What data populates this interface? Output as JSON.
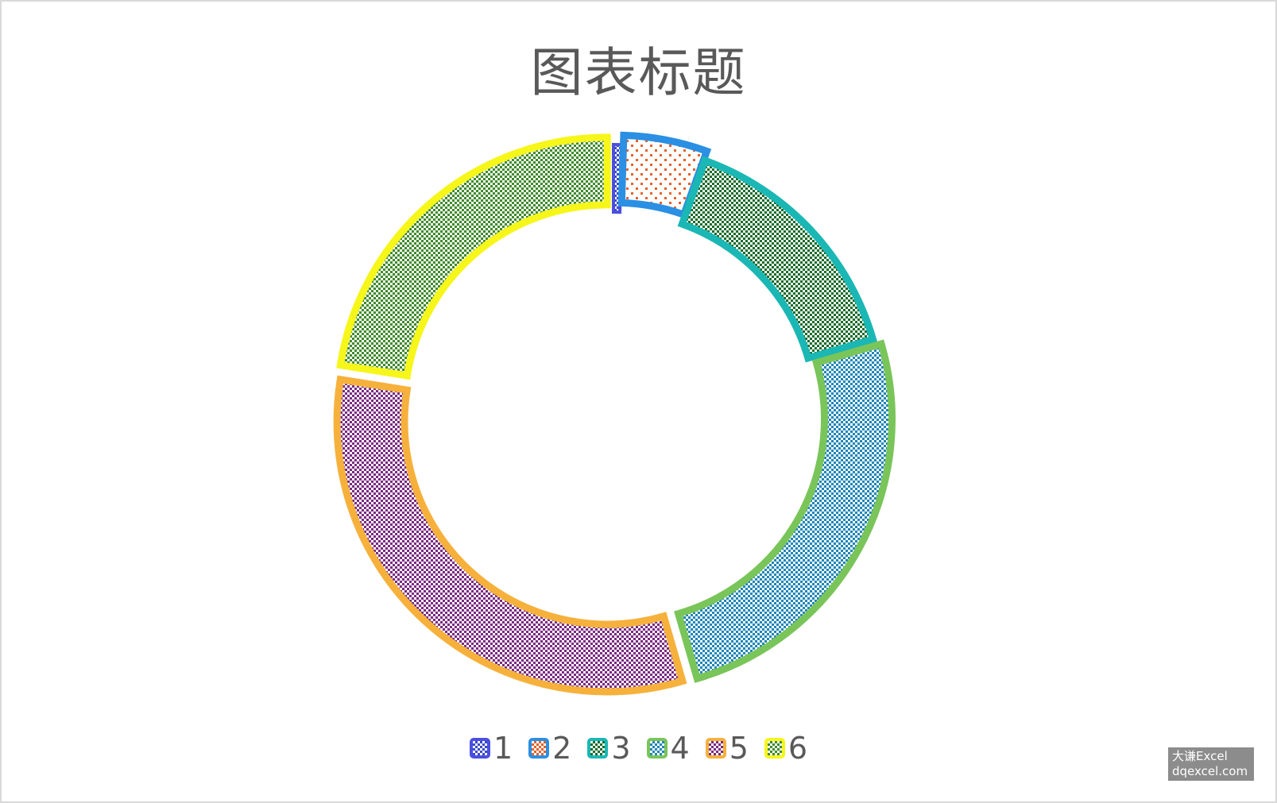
{
  "chart_data": {
    "type": "donut",
    "title": "图表标题",
    "categories": [
      "1",
      "2",
      "3",
      "4",
      "5",
      "6"
    ],
    "values": [
      0.5,
      5,
      15,
      25,
      32,
      22.5
    ],
    "exploded": [
      false,
      true,
      false,
      true,
      true,
      true
    ],
    "colors": {
      "1": {
        "border": "#4b4fe0",
        "fill": "#3949c8"
      },
      "2": {
        "border": "#2b8fe3",
        "fill": "#e2622b"
      },
      "3": {
        "border": "#1bb7b4",
        "fill": "#1a6b2a"
      },
      "4": {
        "border": "#7ac55a",
        "fill": "#1f86b8"
      },
      "5": {
        "border": "#f6b13c",
        "fill": "#7a2a82"
      },
      "6": {
        "border": "#f6f61a",
        "fill": "#3f8a2c"
      }
    },
    "legend": {
      "position": "bottom"
    }
  },
  "watermark": {
    "line1": "大谦Excel",
    "line2": "dqexcel.com"
  }
}
